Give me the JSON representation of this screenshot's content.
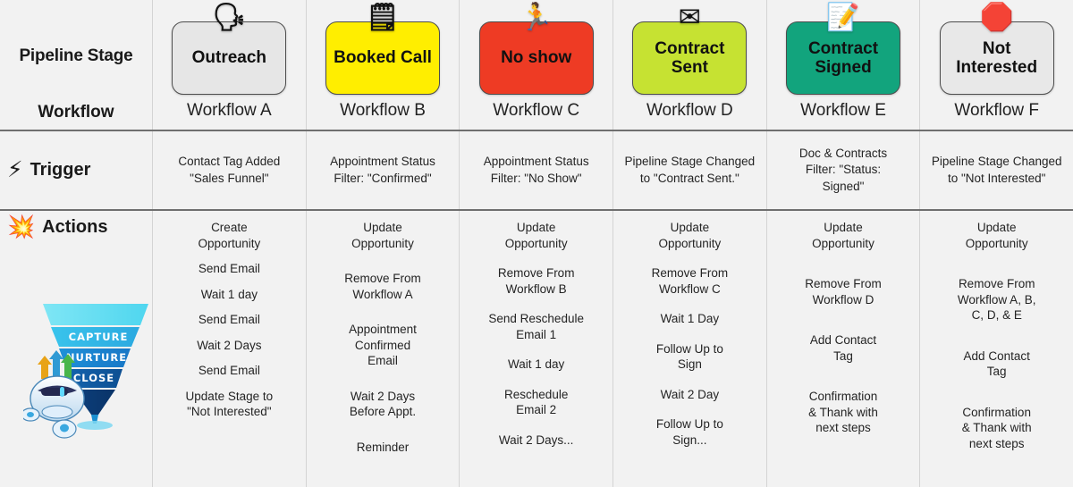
{
  "header": {
    "row_label_top": "Pipeline Stage",
    "row_label_bottom": "Workflow"
  },
  "rows": {
    "trigger": {
      "label": "Trigger",
      "icon": "lightning-bolt-icon",
      "glyph": "⚡"
    },
    "actions": {
      "label": "Actions",
      "icon": "explosion-icon",
      "glyph": "💥"
    }
  },
  "funnel": {
    "alt": "sales-funnel-robot-illustration",
    "stages": [
      "CAPTURE",
      "NURTURE",
      "CLOSE"
    ]
  },
  "columns": [
    {
      "stage": "Outreach",
      "workflow": "Workflow A",
      "icon": "speaking-head-icon",
      "glyph": "🗣",
      "bg": "#e6e6e6",
      "text_color": "#111111",
      "trigger": "Contact Tag Added\n\"Sales Funnel\"",
      "actions": [
        "Create\nOpportunity",
        "Send Email",
        "Wait 1 day",
        "Send Email",
        "Wait 2 Days",
        "Send Email",
        "Update Stage to\n\"Not Interested\""
      ]
    },
    {
      "stage": "Booked Call",
      "workflow": "Workflow B",
      "icon": "spiral-notepad-icon",
      "glyph": "🗒",
      "bg": "#ffee00",
      "text_color": "#111111",
      "trigger": "Appointment Status\nFilter: \"Confirmed\"",
      "actions": [
        "Update\nOpportunity",
        "Remove From\nWorkflow A",
        "Appointment\nConfirmed\nEmail",
        "Wait 2 Days\nBefore Appt.",
        "Reminder"
      ]
    },
    {
      "stage": "No show",
      "workflow": "Workflow C",
      "icon": "running-person-icon",
      "glyph": "🏃",
      "bg": "#ee3b24",
      "text_color": "#111111",
      "trigger": "Appointment Status\nFilter: \"No Show\"",
      "actions": [
        "Update\nOpportunity",
        "Remove From\nWorkflow B",
        "Send Reschedule\nEmail 1",
        "Wait 1 day",
        "Reschedule\nEmail 2",
        "Wait 2 Days..."
      ]
    },
    {
      "stage": "Contract Sent",
      "workflow": "Workflow D",
      "icon": "envelope-icon",
      "glyph": "✉",
      "bg": "#c6e232",
      "text_color": "#111111",
      "trigger": "Pipeline Stage Changed\nto \"Contract Sent.\"",
      "actions": [
        "Update\nOpportunity",
        "Remove From\nWorkflow C",
        "Wait 1 Day",
        "Follow Up to\nSign",
        "Wait 2 Day",
        "Follow Up to\nSign..."
      ]
    },
    {
      "stage": "Contract Signed",
      "workflow": "Workflow E",
      "icon": "memo-pencil-icon",
      "glyph": "📝",
      "bg": "#12a47d",
      "text_color": "#111111",
      "trigger": "Doc & Contracts\nFilter: \"Status:\nSigned\"",
      "actions": [
        "Update\nOpportunity",
        "Remove From\nWorkflow D",
        "Add Contact\nTag",
        "Confirmation\n& Thank with\nnext steps"
      ]
    },
    {
      "stage": "Not Interested",
      "workflow": "Workflow F",
      "icon": "stop-sign-icon",
      "glyph": "🛑",
      "bg": "#e8e8e8",
      "text_color": "#111111",
      "trigger": "Pipeline Stage Changed\nto \"Not Interested\"",
      "actions": [
        "Update\nOpportunity",
        "Remove From\nWorkflow A, B,\nC, D, & E",
        "Add Contact\nTag",
        "Confirmation\n& Thank with\nnext steps"
      ]
    }
  ]
}
